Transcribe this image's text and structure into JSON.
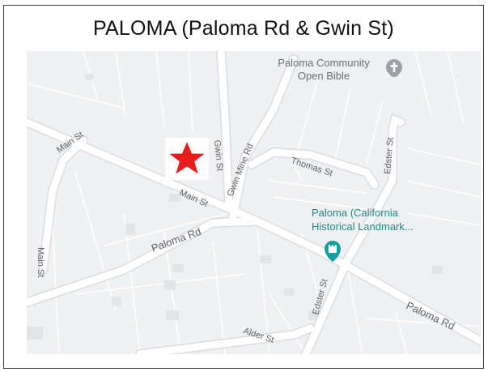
{
  "title": "PALOMA (Paloma Rd & Gwin St)",
  "colors": {
    "land": "#eef0f1",
    "road": "#ffffff",
    "road_casing": "#dadce0",
    "parcel_line": "#ffffff",
    "poi_label": "#1e8a8a",
    "church_pin": "#9aa0a6",
    "landmark_pin": "#12a0a0",
    "marker": "#e81c1c"
  },
  "icons": {
    "star_marker": "star-marker-icon",
    "church": "church-cross-pin-icon",
    "landmark": "castle-pin-icon"
  },
  "map": {
    "street_labels": {
      "main_st_west": "Main St",
      "main_st_mid": "Main St",
      "main_st_south": "Main St",
      "gwin_st": "Gwin St",
      "gwin_mine_rd": "Gwin Mine Rd",
      "thomas_st": "Thomas St",
      "edster_st_north": "Edster St",
      "edster_st_south": "Edster St",
      "paloma_rd_west": "Paloma Rd",
      "paloma_rd_east": "Paloma Rd",
      "alder_st": "Alder St"
    },
    "pois": {
      "church": {
        "line1": "Paloma Community",
        "line2": "Open Bible"
      },
      "landmark": {
        "line1": "Paloma (California",
        "line2": "Historical Landmark..."
      }
    }
  }
}
